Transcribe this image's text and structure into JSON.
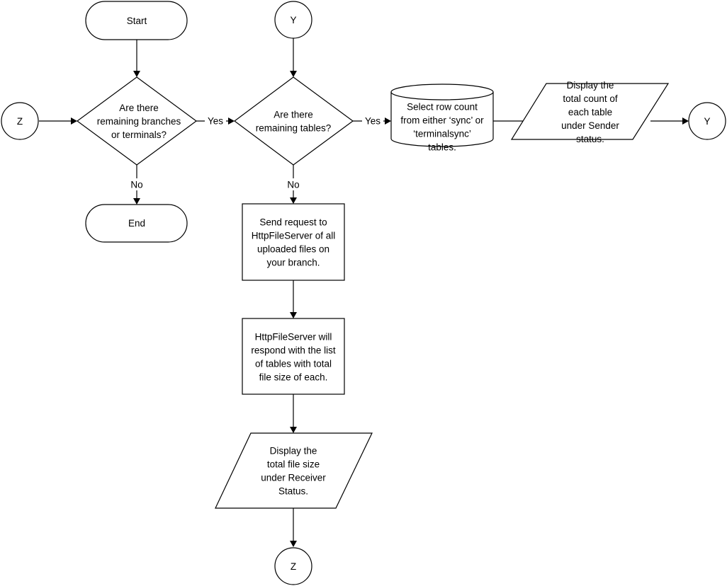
{
  "nodes": {
    "start": {
      "label": [
        "Start"
      ]
    },
    "connector_y_top": {
      "label": [
        "Y"
      ]
    },
    "connector_z_left": {
      "label": [
        "Z"
      ]
    },
    "decision_branches": {
      "label": [
        "Are there",
        "remaining branches",
        "or terminals?"
      ]
    },
    "decision_tables": {
      "label": [
        "Are there",
        "remaining tables?"
      ]
    },
    "select_row_count": {
      "label": [
        "Select row count",
        "from either ‘sync’ or",
        "‘terminalsync’",
        "tables."
      ]
    },
    "display_sender": {
      "label": [
        "Display the",
        "total count of",
        "each table",
        "under Sender",
        "status."
      ]
    },
    "connector_y_right": {
      "label": [
        "Y"
      ]
    },
    "end": {
      "label": [
        "End"
      ]
    },
    "send_request": {
      "label": [
        "Send request to",
        "HttpFileServer of all",
        "uploaded files on",
        "your branch."
      ]
    },
    "server_response": {
      "label": [
        "HttpFileServer will",
        "respond with the list",
        "of tables with total",
        "file size of each."
      ]
    },
    "display_receiver": {
      "label": [
        "Display the",
        "total file size",
        "under Receiver",
        "Status."
      ]
    },
    "connector_z_bottom": {
      "label": [
        "Z"
      ]
    }
  },
  "edges": {
    "branches_yes": "Yes",
    "branches_no": "No",
    "tables_yes": "Yes",
    "tables_no": "No"
  }
}
